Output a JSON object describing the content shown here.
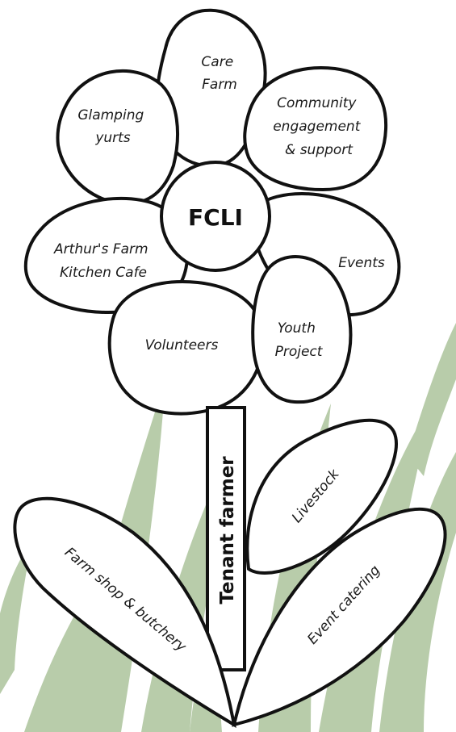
{
  "center": "FCLI",
  "stem": "Tenant farmer",
  "petals": {
    "care_farm": [
      "Care",
      "Farm"
    ],
    "glamping": [
      "Glamping",
      "yurts"
    ],
    "community": [
      "Community",
      "engagement",
      "& support"
    ],
    "arthurs": [
      "Arthur's Farm",
      "Kitchen Cafe"
    ],
    "events": [
      "Events"
    ],
    "volunteers": [
      "Volunteers"
    ],
    "youth": [
      "Youth",
      "Project"
    ]
  },
  "leaves": {
    "livestock": "Livestock",
    "farm_shop": "Farm shop & butchery",
    "event_catering": "Event catering"
  },
  "colors": {
    "outline": "#111111",
    "grass": "#b8ccaa",
    "fill": "#ffffff"
  }
}
